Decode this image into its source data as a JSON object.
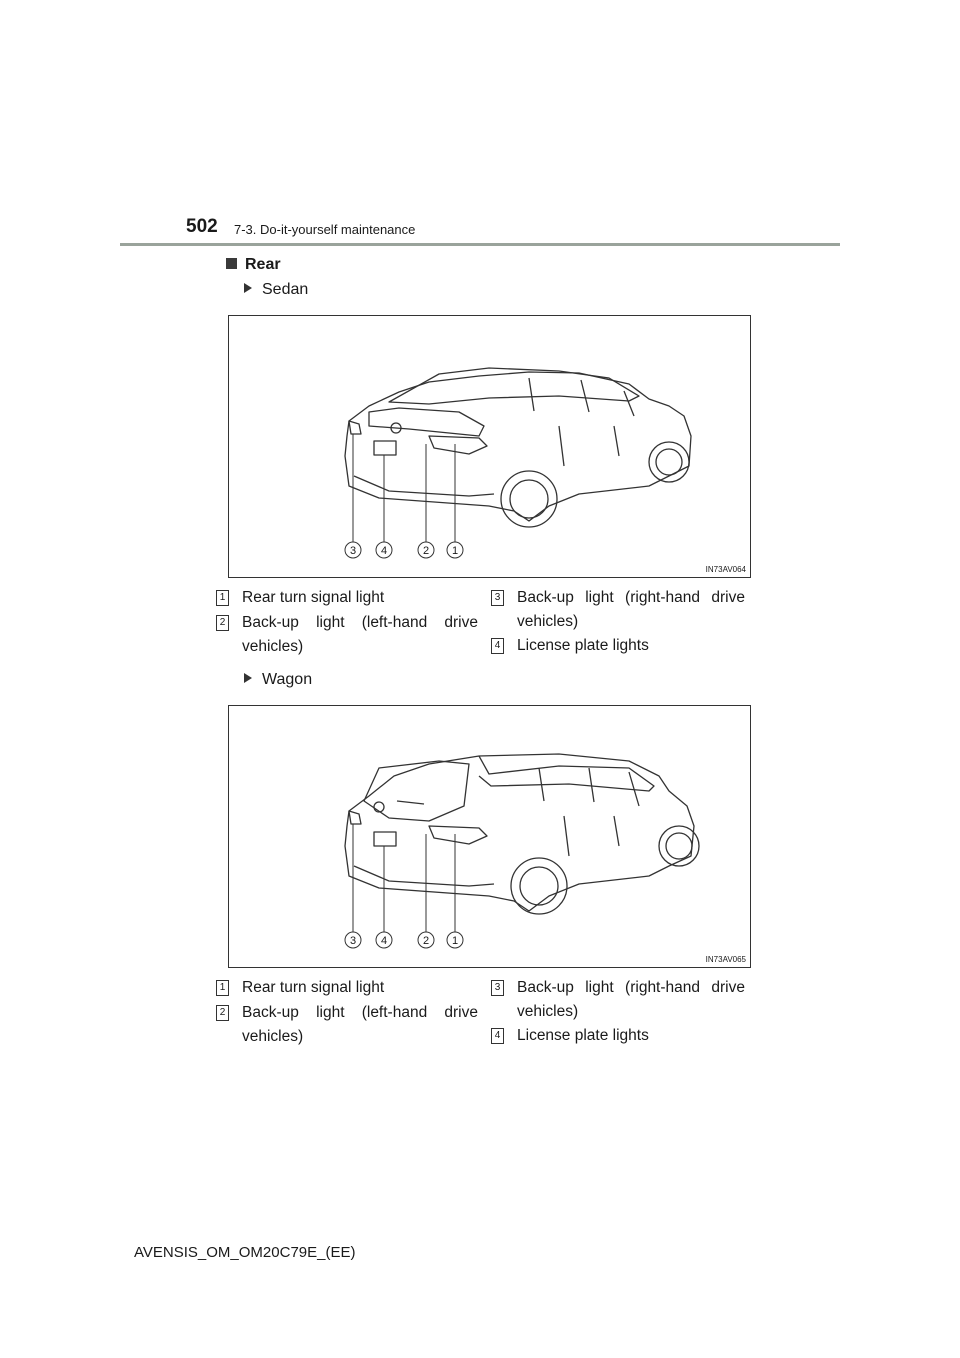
{
  "header": {
    "page_number": "502",
    "chapter": "7-3. Do-it-yourself maintenance"
  },
  "section": {
    "title": "Rear"
  },
  "figures": [
    {
      "subtitle": "Sedan",
      "image_code": "IN73AV064",
      "callouts": [
        "3",
        "4",
        "2",
        "1"
      ],
      "legend": [
        {
          "num": "1",
          "text": "Rear turn signal light"
        },
        {
          "num": "2",
          "text": "Back-up light (left-hand drive vehicles)"
        },
        {
          "num": "3",
          "text": "Back-up light (right-hand drive vehicles)"
        },
        {
          "num": "4",
          "text": "License plate lights"
        }
      ]
    },
    {
      "subtitle": "Wagon",
      "image_code": "IN73AV065",
      "callouts": [
        "3",
        "4",
        "2",
        "1"
      ],
      "legend": [
        {
          "num": "1",
          "text": "Rear turn signal light"
        },
        {
          "num": "2",
          "text": "Back-up light (left-hand drive vehicles)"
        },
        {
          "num": "3",
          "text": "Back-up light (right-hand drive vehicles)"
        },
        {
          "num": "4",
          "text": "License plate lights"
        }
      ]
    }
  ],
  "footer": {
    "doc_id": "AVENSIS_OM_OM20C79E_(EE)"
  }
}
